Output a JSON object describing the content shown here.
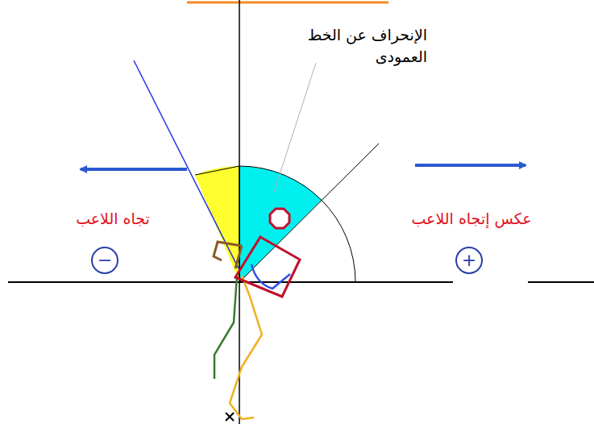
{
  "diagram": {
    "nodes": [
      {
        "text": [
          "−"
        ]
      },
      {
        "text": [
          "+"
        ]
      }
    ],
    "labels": [
      "الإنحراف عن الخط العمودى",
      "تجاه اللاعب",
      "عكس إتجاه اللاعب"
    ]
  }
}
